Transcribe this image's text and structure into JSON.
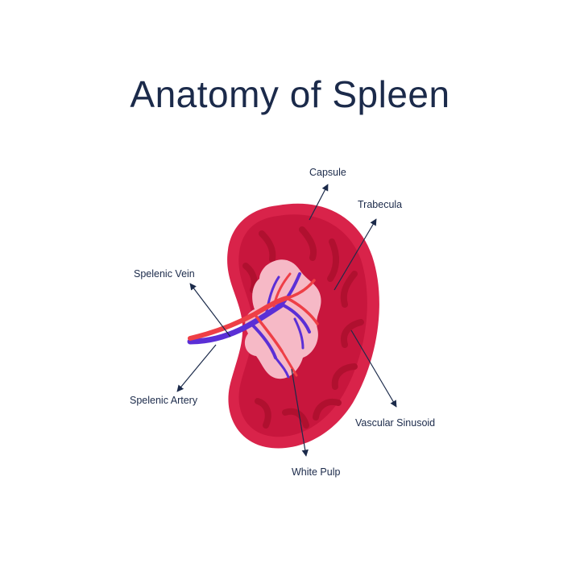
{
  "title": "Anatomy of Spleen",
  "labels": {
    "capsule": "Capsule",
    "trabecula": "Trabecula",
    "splenic_vein": "Spelenic Vein",
    "splenic_artery": "Spelenic Artery",
    "vascular_sinusoid": "Vascular Sinusoid",
    "white_pulp": "White Pulp"
  },
  "colors": {
    "capsule": "#d9234a",
    "red_pulp": "#c8163d",
    "trabecula": "#b0102f",
    "hilum": "#f6b9c6",
    "vein": "#5b2fd6",
    "artery": "#ee3f46",
    "text": "#1b2a4a"
  }
}
